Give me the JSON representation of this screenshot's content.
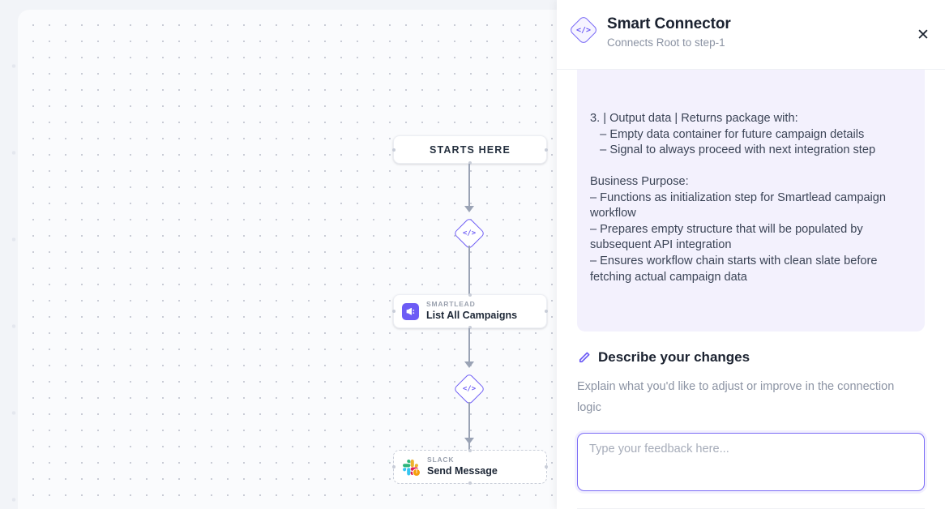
{
  "canvas": {
    "nodes": [
      {
        "type": "start",
        "label": "STARTS HERE"
      },
      {
        "type": "connector",
        "glyph": "</>"
      },
      {
        "type": "app",
        "kicker": "SMARTLEAD",
        "title": "List All Campaigns",
        "icon": "megaphone-icon"
      },
      {
        "type": "connector",
        "glyph": "</>"
      },
      {
        "type": "app",
        "kicker": "SLACK",
        "title": "Send Message",
        "icon": "slack-icon",
        "badge": "!"
      }
    ]
  },
  "panel": {
    "icon": "smart-connector-diamond-icon",
    "glyph": "</>",
    "title": "Smart Connector",
    "subtitle": "Connects Root to step-1",
    "close_label": "✕",
    "description": "3. | Output data | Returns package with:\n   – Empty data container for future campaign details\n   – Signal to always proceed with next integration step\n\nBusiness Purpose:\n– Functions as initialization step for Smartlead campaign workflow\n– Prepares empty structure that will be populated by subsequent API integration\n– Ensures workflow chain starts with clean slate before fetching actual campaign data",
    "changes": {
      "icon": "pencil-icon",
      "title": "Describe your changes",
      "hint": "Explain what you'd like to adjust or improve in the connection logic",
      "feedback_value": "",
      "feedback_placeholder": "Type your feedback here..."
    }
  },
  "colors": {
    "accent": "#6d5cf5",
    "accent_soft": "#f3f1fd",
    "edge": "#9aa3b5",
    "warning": "#f59e0b"
  }
}
